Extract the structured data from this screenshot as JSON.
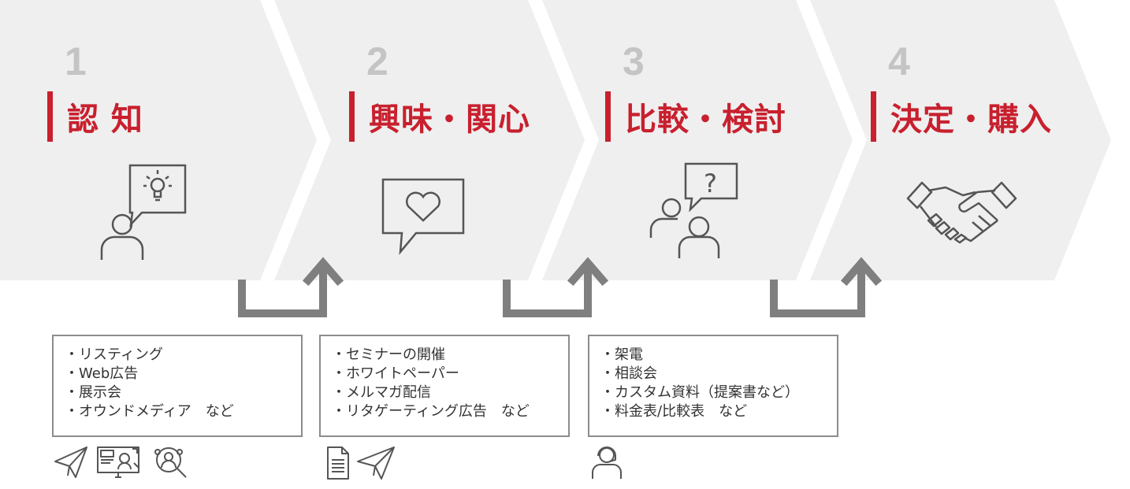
{
  "colors": {
    "chevron_fill": "#efefef",
    "accent": "#c8202e",
    "number": "#c4c4c4",
    "arrow": "#7f7f7f",
    "box_border": "#8c8c8c",
    "text": "#333333"
  },
  "stages": [
    {
      "number": "1",
      "title": "認 知",
      "icon": "person-lightbulb-icon"
    },
    {
      "number": "2",
      "title": "興味・関心",
      "icon": "heart-speech-bubble-icon"
    },
    {
      "number": "3",
      "title": "比較・検討",
      "icon": "people-question-icon"
    },
    {
      "number": "4",
      "title": "決定・購入",
      "icon": "handshake-icon"
    }
  ],
  "boxes": [
    {
      "items": [
        "・リスティング",
        "・Web広告",
        "・展示会",
        "・オウンドメディア　など"
      ],
      "tool_icons": [
        "paper-plane-icon",
        "web-ad-monitor-icon",
        "people-search-icon"
      ]
    },
    {
      "items": [
        "・セミナーの開催",
        "・ホワイトペーパー",
        "・メルマガ配信",
        "・リタゲーティング広告　など"
      ],
      "tool_icons": [
        "document-icon",
        "paper-plane-icon"
      ]
    },
    {
      "items": [
        "・架電",
        "・相談会",
        "・カスタム資料（提案書など）",
        "・料金表/比較表　など"
      ],
      "tool_icons": [
        "headset-operator-icon"
      ]
    }
  ]
}
